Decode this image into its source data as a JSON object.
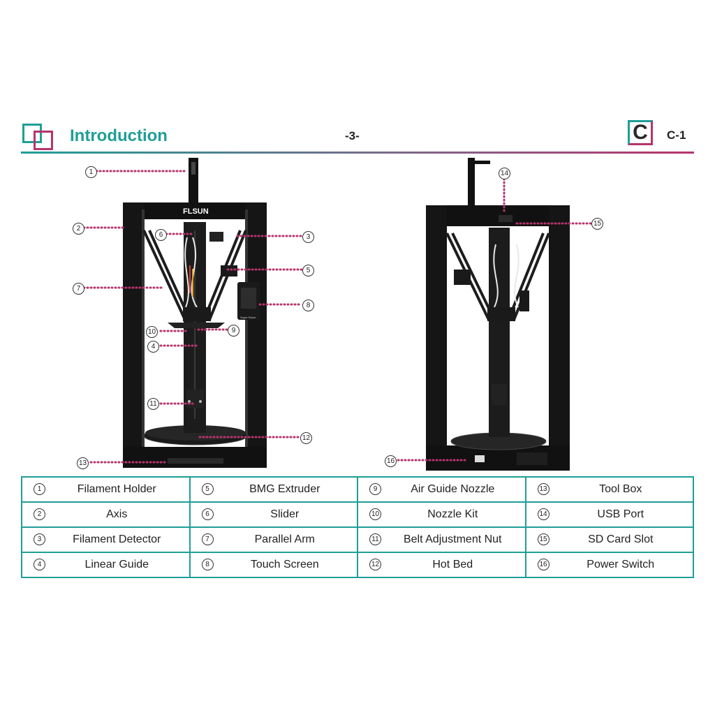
{
  "header": {
    "title": "Introduction",
    "page_number": "-3-",
    "section_letter": "C",
    "section_code": "C-1"
  },
  "colors": {
    "teal": "#1f9e97",
    "magenta": "#b7346d",
    "frame": "#111111"
  },
  "printer_branding": {
    "logo_text": "FLSUN",
    "screen_text": "Super Racer"
  },
  "callouts": [
    "1",
    "2",
    "3",
    "4",
    "5",
    "6",
    "7",
    "8",
    "9",
    "10",
    "11",
    "12",
    "13",
    "14",
    "15",
    "16"
  ],
  "parts": [
    {
      "num": "1",
      "name": "Filament Holder"
    },
    {
      "num": "5",
      "name": "BMG Extruder"
    },
    {
      "num": "9",
      "name": "Air Guide Nozzle"
    },
    {
      "num": "13",
      "name": "Tool Box"
    },
    {
      "num": "2",
      "name": "Axis"
    },
    {
      "num": "6",
      "name": "Slider"
    },
    {
      "num": "10",
      "name": "Nozzle Kit"
    },
    {
      "num": "14",
      "name": "USB Port"
    },
    {
      "num": "3",
      "name": "Filament Detector"
    },
    {
      "num": "7",
      "name": "Parallel Arm"
    },
    {
      "num": "11",
      "name": "Belt Adjustment Nut"
    },
    {
      "num": "15",
      "name": "SD Card Slot"
    },
    {
      "num": "4",
      "name": "Linear Guide"
    },
    {
      "num": "8",
      "name": "Touch Screen"
    },
    {
      "num": "12",
      "name": "Hot Bed"
    },
    {
      "num": "16",
      "name": "Power Switch"
    }
  ]
}
